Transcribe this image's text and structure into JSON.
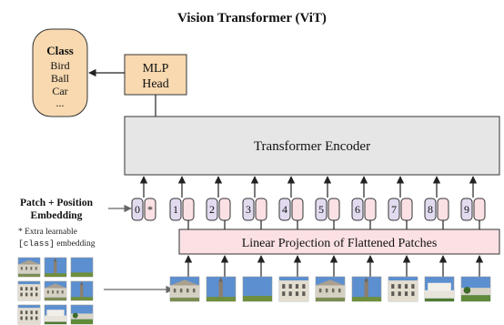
{
  "title": "Vision Transformer (ViT)",
  "class_box": {
    "heading": "Class",
    "items": [
      "Bird",
      "Ball",
      "Car",
      "..."
    ]
  },
  "mlp_head": {
    "line1": "MLP",
    "line2": "Head"
  },
  "encoder": {
    "label": "Transformer Encoder"
  },
  "projection": {
    "label": "Linear Projection of Flattened Patches"
  },
  "embedding_label": {
    "line1": "Patch + Position",
    "line2": "Embedding"
  },
  "note": {
    "line1": "* Extra learnable",
    "line2_code": "[class]",
    "line2_rest": " embedding"
  },
  "tokens": [
    {
      "position": "0",
      "marker": "*"
    },
    {
      "position": "1"
    },
    {
      "position": "2"
    },
    {
      "position": "3"
    },
    {
      "position": "4"
    },
    {
      "position": "5"
    },
    {
      "position": "6"
    },
    {
      "position": "7"
    },
    {
      "position": "8"
    },
    {
      "position": "9"
    }
  ],
  "colors": {
    "class_fill": "#f8d9b0",
    "mlp_fill": "#f8d9b0",
    "encoder_fill": "#e6e6e6",
    "projection_fill": "#fbe1e4",
    "position_fill": "#e2dbf0",
    "patch_embed_fill": "#fbe1e4",
    "sky": "#5b8fd0",
    "building": "#d6d0c3"
  }
}
